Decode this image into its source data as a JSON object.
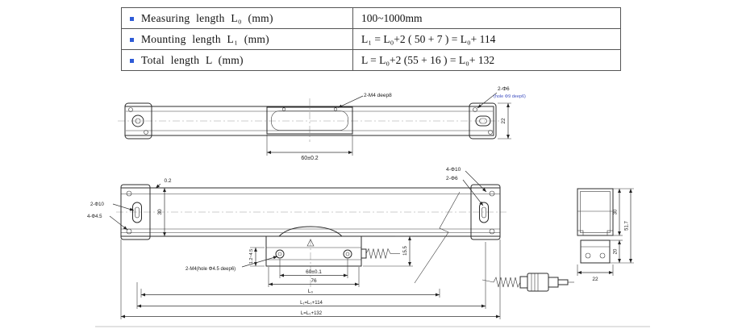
{
  "table": {
    "rows": [
      {
        "label": "Measuring length L₀ (mm)",
        "value": "100~1000mm"
      },
      {
        "label": "Mounting length L₁ (mm)",
        "value": "L₁ = L₀+2 ( 50 + 7 ) = L₀+ 114"
      },
      {
        "label": "Total length L (mm)",
        "value": "L = L₀+2 (55 + 16 ) = L₀+ 132"
      }
    ]
  },
  "top_view": {
    "hole_note": "2-M4 deep8",
    "corner_hole_note": "2-Φ6",
    "corner_hole_sub": "(hole Φ9 deep6)",
    "width_dim": "22",
    "window_dim": "60±0.2"
  },
  "front_view": {
    "straightness": "0.2",
    "right_note_1": "4-Φ10",
    "right_note_2": "2-Φ6",
    "left_note_1": "2-Φ10",
    "left_note_2": "4-Φ4.5",
    "height_dim": "30",
    "head_height_dim": "15.5",
    "gap_dim": "1.2~4.5",
    "head_hole_note": "2-M4(hole Φ4.5 deep6)",
    "screw_span_dim": "60±0.1",
    "head_width_dim": "76",
    "l0_dim": "L₀",
    "l1_dim": "L₁=L₀+114",
    "l_dim": "L=L₀+132"
  },
  "section_view": {
    "body_height": "30",
    "total_height": "51.7",
    "head_height": "20",
    "width": "22"
  }
}
